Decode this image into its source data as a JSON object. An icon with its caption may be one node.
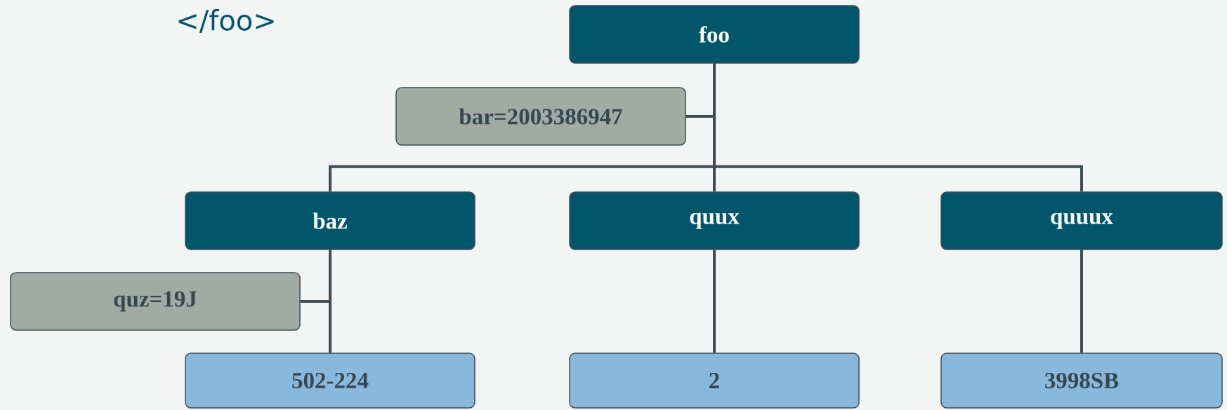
{
  "diagram": {
    "nodes": [
      {
        "text": [
          "foo"
        ]
      },
      {
        "text": [
          "bar=2003386947"
        ]
      },
      {
        "text": [
          "baz"
        ]
      },
      {
        "text": [
          "quux"
        ]
      },
      {
        "text": [
          "quuux"
        ]
      },
      {
        "text": [
          "quz=19J"
        ]
      },
      {
        "text": [
          "502-224"
        ]
      },
      {
        "text": [
          "2"
        ]
      },
      {
        "text": [
          "3998SB"
        ]
      }
    ],
    "edges": [
      {
        "from": 0,
        "to": 1,
        "arrow": "none"
      },
      {
        "from": 0,
        "to": 2,
        "arrow": "none"
      },
      {
        "from": 0,
        "to": 3,
        "arrow": "none"
      },
      {
        "from": 0,
        "to": 4,
        "arrow": "none"
      },
      {
        "from": 2,
        "to": 5,
        "arrow": "none"
      },
      {
        "from": 2,
        "to": 6,
        "arrow": "none"
      },
      {
        "from": 3,
        "to": 7,
        "arrow": "none"
      },
      {
        "from": 4,
        "to": 8,
        "arrow": "none"
      }
    ],
    "labels": [
      "</foo>"
    ]
  }
}
